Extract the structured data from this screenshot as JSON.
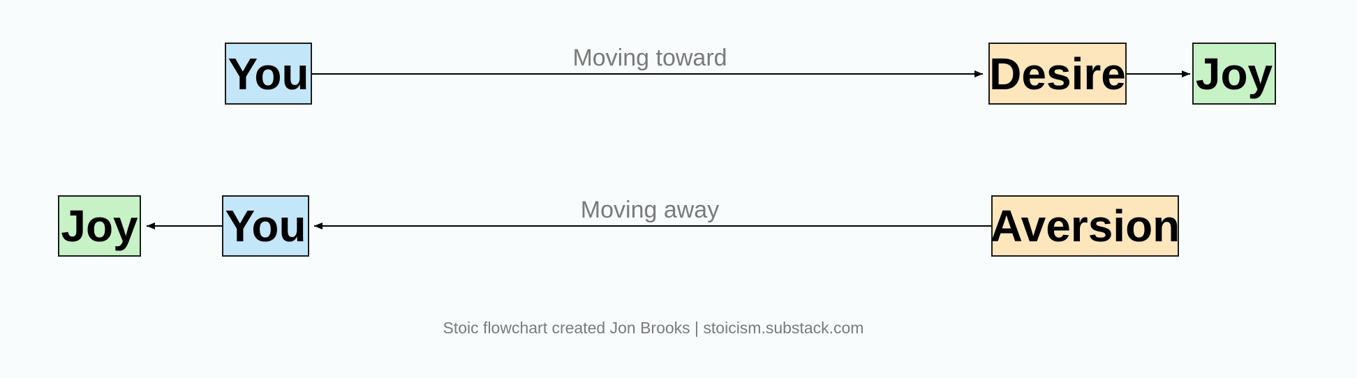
{
  "diagram": {
    "row1": {
      "you": "You",
      "edge_label": "Moving toward",
      "desire": "Desire",
      "joy": "Joy"
    },
    "row2": {
      "joy": "Joy",
      "you": "You",
      "edge_label": "Moving away",
      "aversion": "Aversion"
    },
    "credit": "Stoic flowchart created Jon Brooks | stoicism.substack.com",
    "colors": {
      "you_fill": "#c3e6f9",
      "desire_fill": "#fde6bc",
      "joy_fill": "#c6f2c6",
      "background": "#f8fcfc",
      "label_text": "#7a7a7a"
    }
  }
}
